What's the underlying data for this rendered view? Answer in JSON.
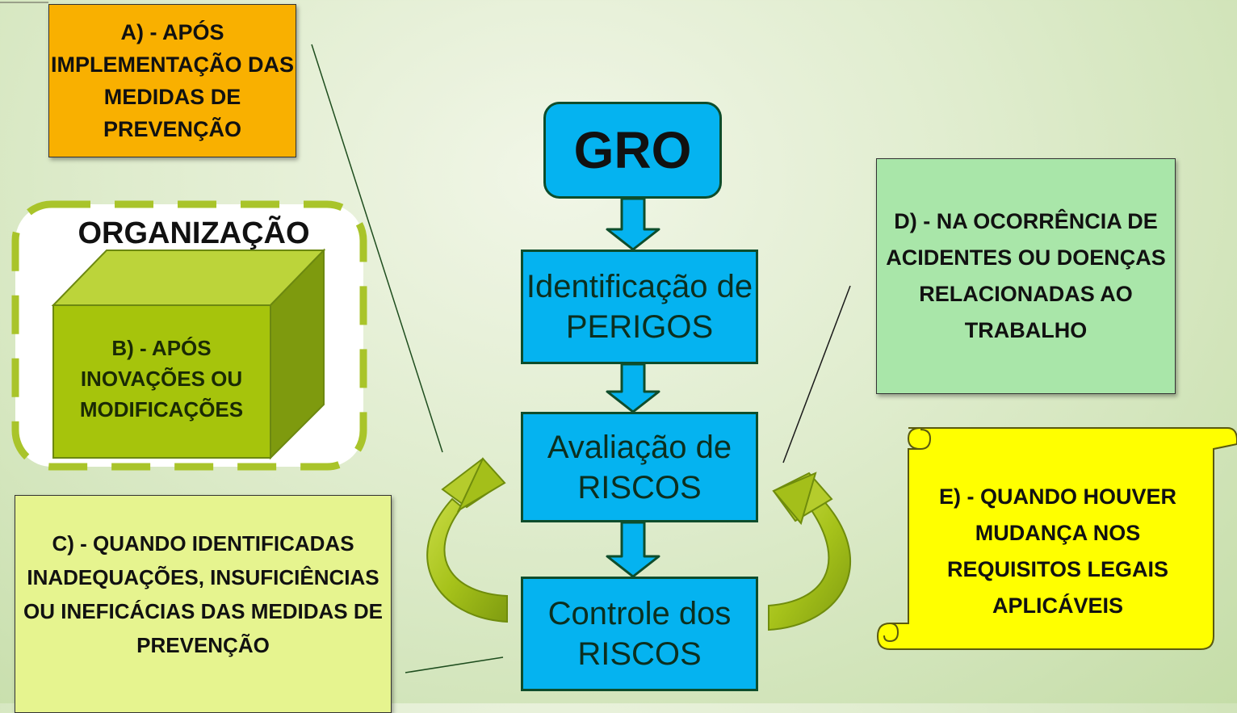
{
  "flow": {
    "gro": "GRO",
    "step1": "Identificação de PERIGOS",
    "step2": "Avaliação de RISCOS",
    "step3": "Controle dos RISCOS"
  },
  "organization": {
    "label": "ORGANIZAÇÃO",
    "cube_text": "B) - APÓS INOVAÇÕES OU MODIFICAÇÕES"
  },
  "notes": {
    "a": "A) - APÓS IMPLEMENTAÇÃO DAS MEDIDAS DE PREVENÇÃO",
    "c": "C) - QUANDO IDENTIFICADAS INADEQUAÇÕES, INSUFICIÊNCIAS OU INEFICÁCIAS DAS MEDIDAS DE PREVENÇÃO",
    "d": "D) - NA OCORRÊNCIA DE ACIDENTES OU DOENÇAS RELACIONADAS AO TRABALHO",
    "e": "E) - QUANDO HOUVER MUDANÇA NOS REQUISITOS LEGAIS APLICÁVEIS"
  },
  "colors": {
    "flow_box": "#05b3f0",
    "note_a": "#f9b000",
    "note_c": "#e6f48f",
    "note_d": "#a9e6a9",
    "note_e_scroll": "#ffff00",
    "cube": "#a6c40c",
    "dashed_border": "#a9c42a",
    "cycle_arrows": "#a4bf1a"
  },
  "icons": [
    "down-arrow-icon",
    "curved-cycle-arrow-icon",
    "scroll-shape",
    "cube-shape"
  ]
}
